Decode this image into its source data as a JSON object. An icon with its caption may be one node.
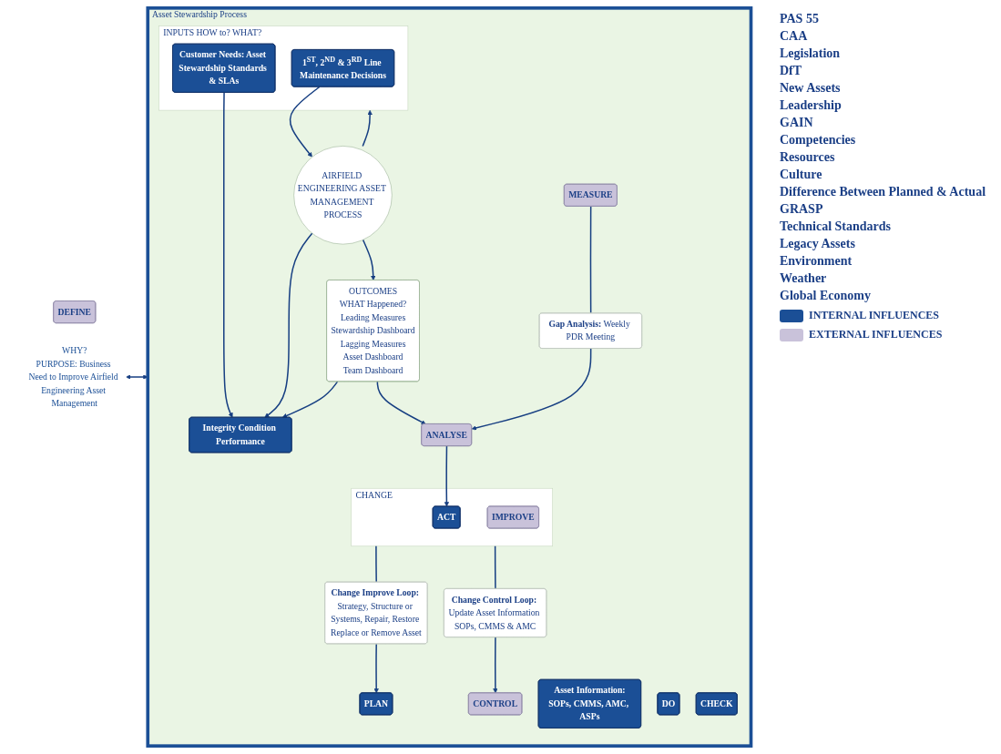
{
  "diagram": {
    "nodes": [
      {
        "text": [
          "DEFINE"
        ]
      },
      {
        "text": [
          "WHY?",
          "PURPOSE: Business Need to Improve Airfield Engineering Asset Management"
        ]
      },
      {
        "text": [
          "Asset Stewardship Process"
        ]
      },
      {
        "text": [
          "PLAN"
        ],
        "in": 2
      },
      {
        "text": [
          "INPUTS",
          "HOW to?",
          "WHAT?"
        ],
        "in": 2
      },
      {
        "text": [
          "1$^{ST}$, 2$^{ND}$ & 3$^{RD}$ Line Maintenance Decisions"
        ],
        "in": 4
      },
      {
        "text": [
          "Customer Needs: Asset Stewardship Standards & SLAs"
        ],
        "in": 4
      },
      {
        "text": [
          "Asset Information:",
          "SOPs, CMMS, AMC, ASPs"
        ],
        "in": 2
      },
      {
        "text": [
          "CONTROL"
        ],
        "in": 2
      },
      {
        "text": [
          "DO"
        ],
        "in": 2
      },
      {
        "text": [
          "AIRFIELD ENGINEERING ASSET MANAGEMENT PROCESS"
        ],
        "in": 2
      },
      {
        "text": [
          "Integrity Condition Performance"
        ],
        "in": 2
      },
      {
        "text": [
          "MEASURE"
        ],
        "in": 2
      },
      {
        "text": [
          "CHECK"
        ],
        "in": 2
      },
      {
        "text": [
          "OUTCOMES",
          "WHAT Happened?",
          "Leading Measures",
          "Stewardship Dashboard",
          "Lagging Measures",
          "Asset Dashboard",
          "Team Dashboard"
        ],
        "in": 2
      },
      {
        "text": [
          "ANALYSE"
        ],
        "in": 2
      },
      {
        "text": [
          "**Gap Analysis:** Weekly PDR Meeting"
        ],
        "in": 2
      },
      {
        "text": [
          "**Change Improve Loop:** Strategy, Structure or Systems, Repair, Restore Replace or Remove Asset"
        ],
        "in": 2
      },
      {
        "text": [
          "CHANGE"
        ],
        "in": 2
      },
      {
        "text": [
          "ACT"
        ],
        "in": 18
      },
      {
        "text": [
          "IMPROVE"
        ],
        "in": 18
      },
      {
        "text": [
          "**Change Control Loop:** Update Asset Information SOPs, CMMS & AMC"
        ],
        "in": 2
      }
    ],
    "edges": [
      {
        "from": 1,
        "to": 2,
        "arrow": "both"
      },
      {
        "from": 5,
        "to": 10,
        "arrow": "to"
      },
      {
        "from": 10,
        "to": 14,
        "arrow": "to"
      },
      {
        "from": 10,
        "to": 4,
        "arrow": "to"
      },
      {
        "from": 6,
        "to": 11,
        "arrow": "to"
      },
      {
        "from": 10,
        "to": 11,
        "arrow": "to"
      },
      {
        "from": 14,
        "to": 11,
        "arrow": "to"
      },
      {
        "from": 14,
        "to": 15,
        "arrow": "to"
      },
      {
        "from": 15,
        "to": 19,
        "arrow": "to"
      },
      {
        "from": 12,
        "to": 16,
        "arrow": "none"
      },
      {
        "from": 16,
        "to": 15,
        "arrow": "to"
      },
      {
        "from": 18,
        "to": 17,
        "arrow": "none"
      },
      {
        "from": 17,
        "to": 3,
        "arrow": "to"
      },
      {
        "from": 18,
        "to": 21,
        "arrow": "none"
      },
      {
        "from": 21,
        "to": 8,
        "arrow": "to"
      }
    ],
    "labels": [
      "PAS 55",
      "CAA",
      "Legislation",
      "DfT",
      "New Assets",
      "Leadership",
      "GAIN",
      "Competencies",
      "Resources",
      "Culture",
      "Difference Between Planned & Actual",
      "GRASP",
      "Technical Standards",
      "Legacy Assets",
      "Environment",
      "Weather",
      "Global Economy"
    ],
    "legend": [
      {
        "text": "INTERNAL INFLUENCES",
        "color": "#1b4f96"
      },
      {
        "text": "EXTERNAL INFLUENCES",
        "color": "#c9c2da"
      }
    ]
  }
}
